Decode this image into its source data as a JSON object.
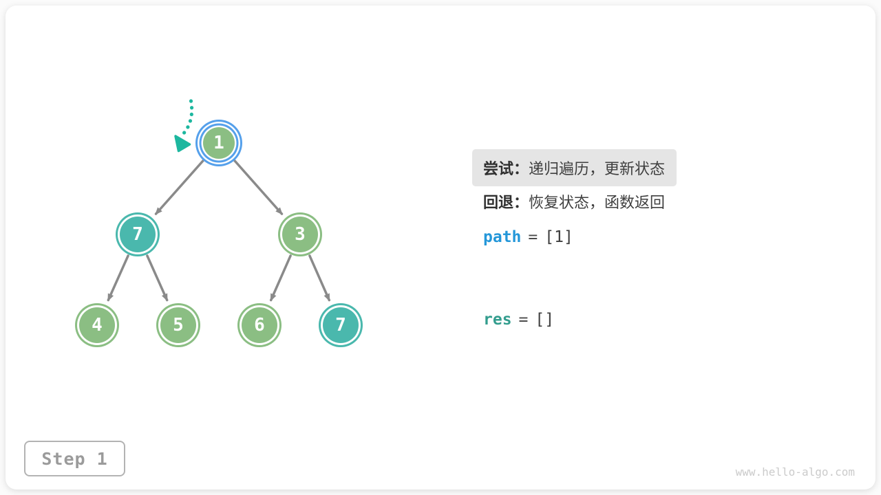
{
  "tree": {
    "nodes": [
      {
        "value": "1",
        "color": "green",
        "state": "current"
      },
      {
        "value": "7",
        "color": "teal",
        "state": "normal"
      },
      {
        "value": "3",
        "color": "green",
        "state": "normal"
      },
      {
        "value": "4",
        "color": "green",
        "state": "normal"
      },
      {
        "value": "5",
        "color": "green",
        "state": "normal"
      },
      {
        "value": "6",
        "color": "green",
        "state": "normal"
      },
      {
        "value": "7",
        "color": "teal",
        "state": "normal"
      }
    ],
    "edges": [
      [
        0,
        1
      ],
      [
        0,
        2
      ],
      [
        1,
        3
      ],
      [
        1,
        4
      ],
      [
        2,
        5
      ],
      [
        2,
        6
      ]
    ],
    "pointer": "current-node-arrow"
  },
  "legend": {
    "try": {
      "label": "尝试：",
      "text": "递归遍历，更新状态",
      "highlighted": true
    },
    "back": {
      "label": "回退：",
      "text": "恢复状态，函数返回",
      "highlighted": false
    },
    "path": {
      "name": "path",
      "eq": "=",
      "value": "[1]"
    },
    "res": {
      "name": "res",
      "eq": "=",
      "value": "[]"
    }
  },
  "step_badge": {
    "label": "Step 1"
  },
  "watermark": {
    "text": "www.hello-algo.com"
  },
  "colors": {
    "node_green": "#8bbe83",
    "node_teal": "#4ab8ad",
    "current_ring_blue": "#55a0eb",
    "edge_gray": "#8a8a8a",
    "pointer_teal": "#1db79f",
    "path_blue": "#2497d9",
    "res_teal": "#339d8e",
    "note_highlight_bg": "#e5e5e5"
  }
}
